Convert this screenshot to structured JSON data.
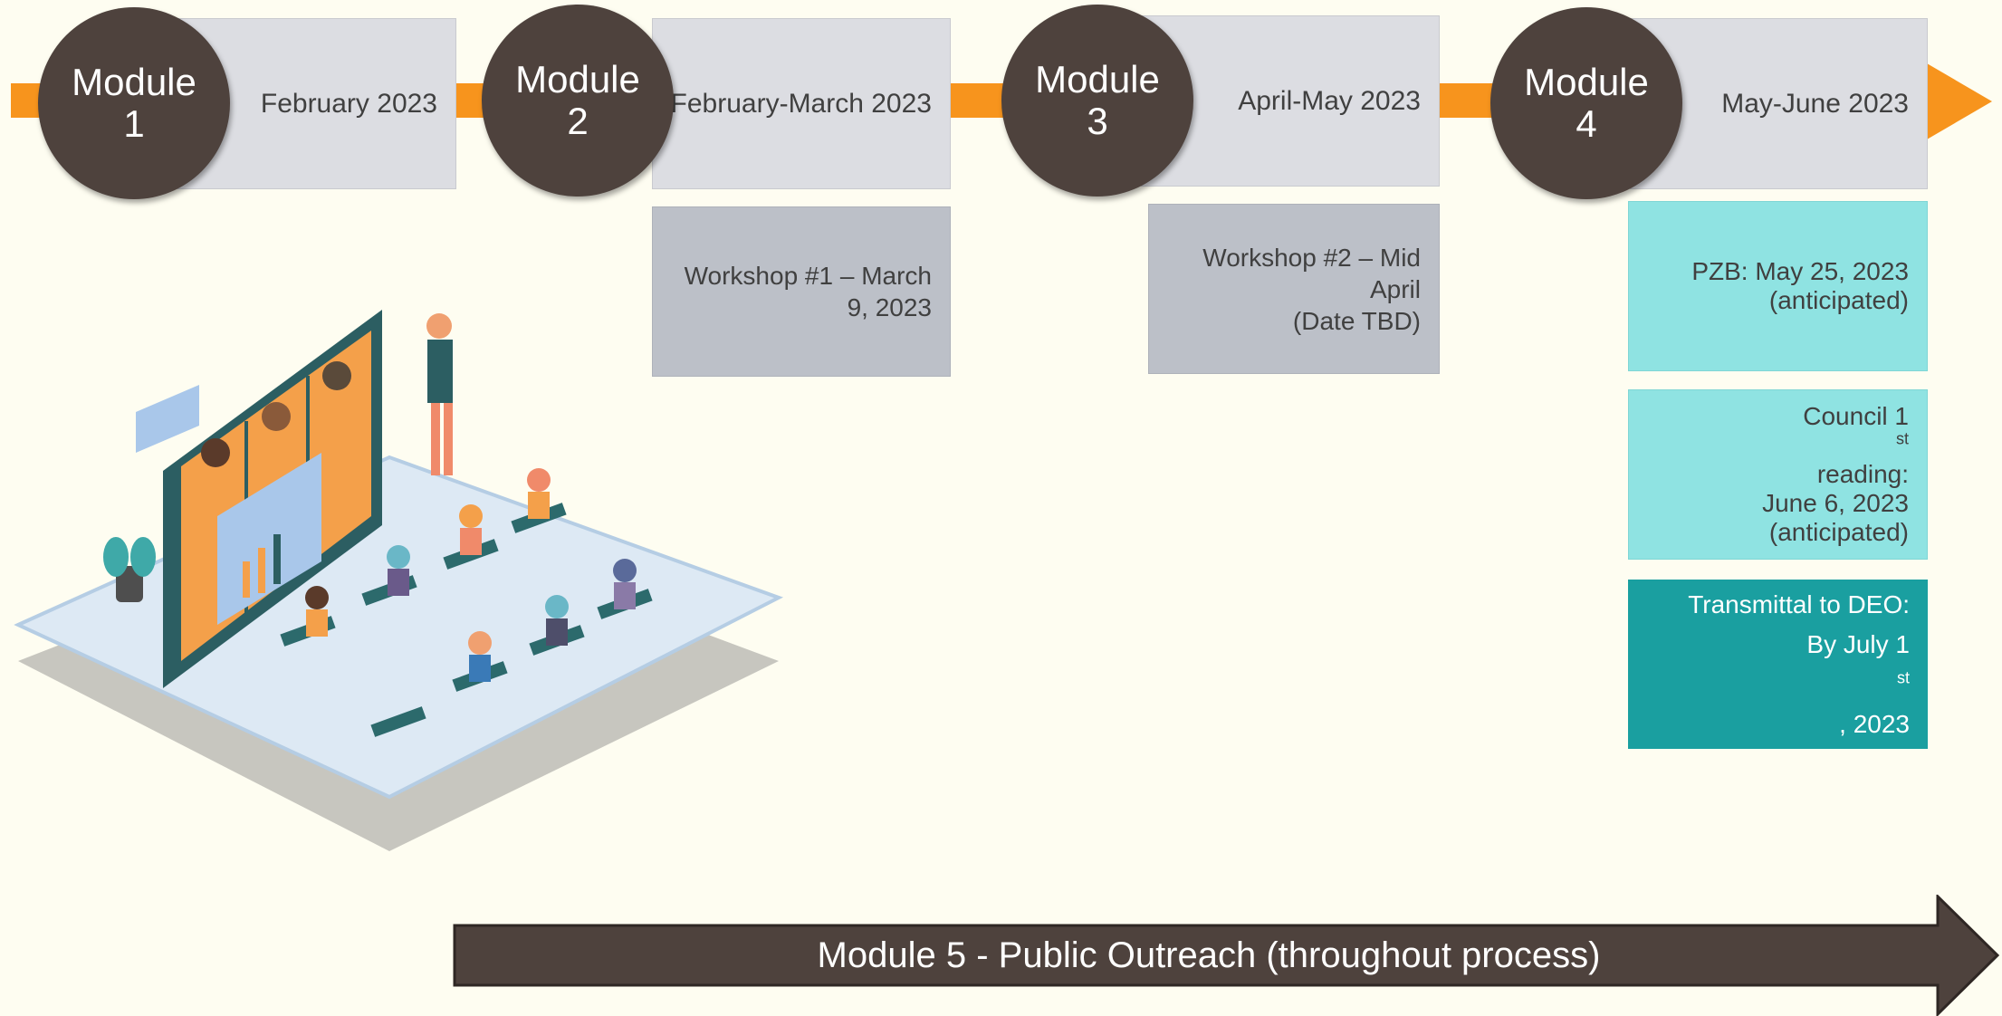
{
  "timeline": {
    "modules": [
      {
        "title": "Module",
        "number": "1",
        "period": "February 2023"
      },
      {
        "title": "Module",
        "number": "2",
        "period": "February-March 2023"
      },
      {
        "title": "Module",
        "number": "3",
        "period": "April-May 2023"
      },
      {
        "title": "Module",
        "number": "4",
        "period": "May-June 2023"
      }
    ],
    "workshops": [
      {
        "line1": "Workshop #1 – March",
        "line2": "9, 2023"
      },
      {
        "line1": "Workshop #2 – Mid",
        "line2": "April",
        "line3": "(Date TBD)"
      }
    ],
    "milestones": {
      "pzb": {
        "line1": "PZB: May 25, 2023",
        "line2": "(anticipated)"
      },
      "council": {
        "pre": "Council 1",
        "sup": "st",
        "post": " reading:",
        "line2": "June 6, 2023",
        "line3": "(anticipated)"
      },
      "transmittal": {
        "line1": "Transmittal to DEO:",
        "pre": "By July 1",
        "sup": "st",
        "post": ", 2023"
      }
    },
    "outreach": "Module 5 - Public Outreach (throughout process)"
  },
  "colors": {
    "arrow": "#f7941d",
    "module_circle": "#4e423d",
    "period_box": "#dcdde2",
    "workshop_box": "#bcc0c8",
    "milestone_light": "#8fe3e2",
    "milestone_dark": "#1a9fa0",
    "outreach_arrow": "#4e423d"
  },
  "illustration": {
    "icon": "classroom-presentation-illustration"
  }
}
